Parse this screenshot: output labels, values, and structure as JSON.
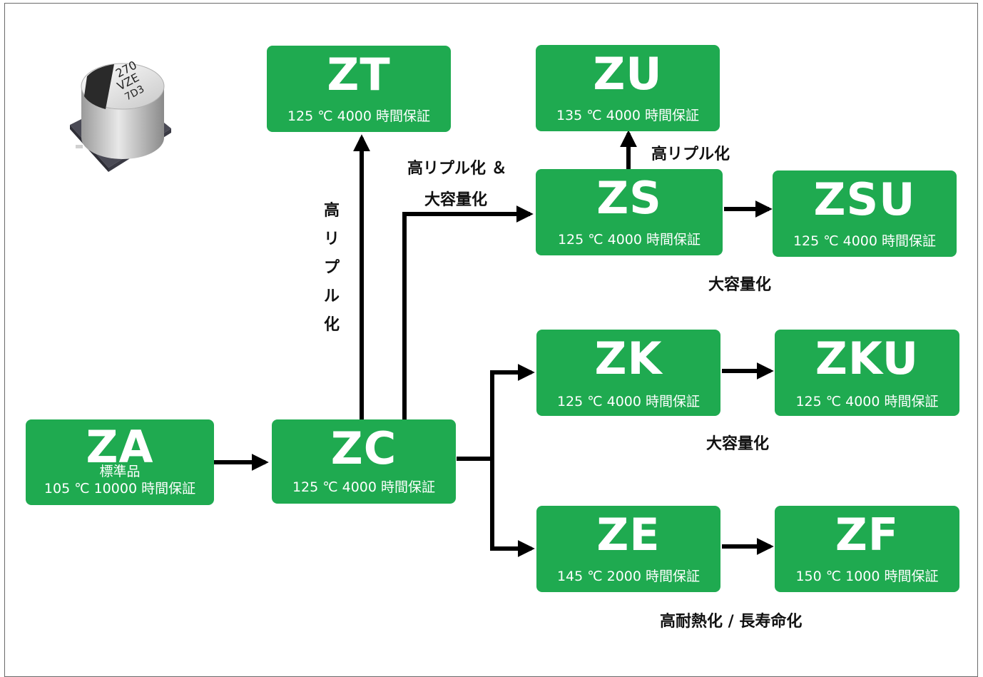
{
  "product": {
    "cap_line1": "270",
    "cap_line2": "VZE",
    "cap_line3": "7D3"
  },
  "boxes": {
    "ZA": {
      "name": "ZA",
      "sub": "標準品",
      "spec": "105 ℃ 10000 時間保証"
    },
    "ZC": {
      "name": "ZC",
      "spec": "125 ℃ 4000 時間保証"
    },
    "ZT": {
      "name": "ZT",
      "spec": "125 ℃ 4000 時間保証"
    },
    "ZU": {
      "name": "ZU",
      "spec": "135 ℃ 4000 時間保証"
    },
    "ZS": {
      "name": "ZS",
      "spec": "125 ℃ 4000 時間保証"
    },
    "ZSU": {
      "name": "ZSU",
      "spec": "125 ℃ 4000 時間保証"
    },
    "ZK": {
      "name": "ZK",
      "spec": "125 ℃ 4000 時間保証"
    },
    "ZKU": {
      "name": "ZKU",
      "spec": "125 ℃ 4000 時間保証"
    },
    "ZE": {
      "name": "ZE",
      "spec": "145 ℃ 2000 時間保証"
    },
    "ZF": {
      "name": "ZF",
      "spec": "150 ℃ 1000 時間保証"
    }
  },
  "labels": {
    "zc_zt_chars": [
      "高",
      "リ",
      "プ",
      "ル",
      "化"
    ],
    "zc_zs_line1": "高リプル化 ＆",
    "zc_zs_line2": "大容量化",
    "zs_zu": "高リプル化",
    "zs_zsu": "大容量化",
    "zk_zku": "大容量化",
    "ze_zf": "高耐熱化 / 長寿命化"
  },
  "colors": {
    "box_green": "#1faa50",
    "text_white": "#ffffff",
    "arrow_black": "#000000"
  }
}
